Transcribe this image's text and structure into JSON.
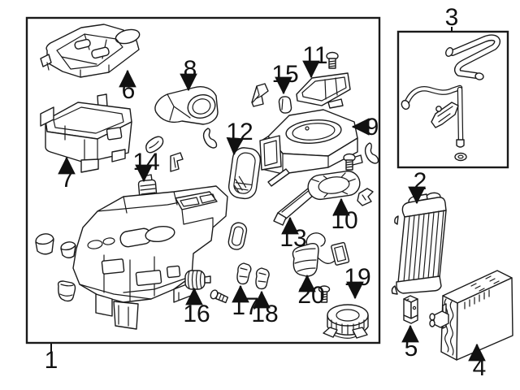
{
  "diagram": {
    "type": "exploded-parts-diagram",
    "colors": {
      "background": "#ffffff",
      "line": "#1a1a1a",
      "label": "#111111"
    }
  },
  "callouts": [
    {
      "label": "1"
    },
    {
      "label": "2"
    },
    {
      "label": "3"
    },
    {
      "label": "4"
    },
    {
      "label": "5"
    },
    {
      "label": "6"
    },
    {
      "label": "7"
    },
    {
      "label": "8"
    },
    {
      "label": "9"
    },
    {
      "label": "10"
    },
    {
      "label": "11"
    },
    {
      "label": "12"
    },
    {
      "label": "13"
    },
    {
      "label": "14"
    },
    {
      "label": "15"
    },
    {
      "label": "16"
    },
    {
      "label": "17"
    },
    {
      "label": "18"
    },
    {
      "label": "19"
    },
    {
      "label": "20"
    }
  ]
}
